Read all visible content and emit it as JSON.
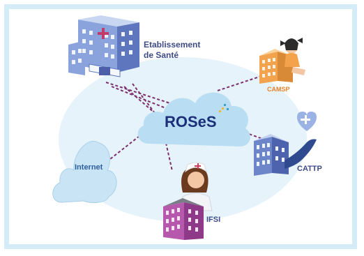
{
  "center": {
    "label": "ROSeS"
  },
  "nodes": {
    "etablissement": {
      "line1": "Etablissement",
      "line2": "de Santé"
    },
    "camsp": {
      "label": "CAMSP"
    },
    "cattp": {
      "label": "CATTP"
    },
    "ifsi": {
      "label": "IFSI"
    },
    "internet": {
      "label": "Internet"
    }
  },
  "colors": {
    "frame": "#d3ecf7",
    "halo": "#e7f3fa",
    "cloud": "#b9def3",
    "connector": "#7a2e6c",
    "label_navy": "#3d4b86",
    "label_orange": "#e7822b",
    "hospital": "#6d86c9",
    "camsp_building": "#f3a24e",
    "cattp_building": "#5b6fc0",
    "ifsi_building": "#a94aa0",
    "hand": "#2f4a8f",
    "heart": "#9bb3e4"
  }
}
